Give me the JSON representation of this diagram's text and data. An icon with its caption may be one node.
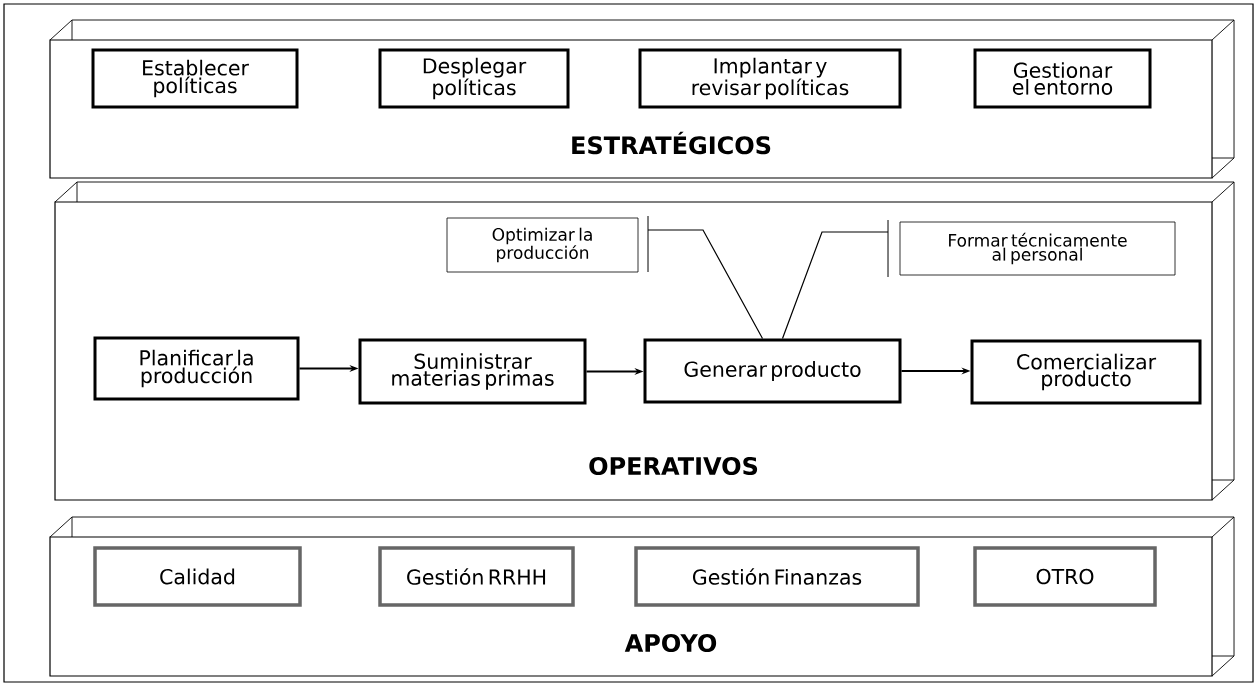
{
  "diagram": {
    "nodes": [
      {
        "text": [
          "ESTRATÉGICOS"
        ]
      },
      {
        "text": [
          "Establecer políticas"
        ],
        "in": 0
      },
      {
        "text": [
          "Desplegar políticas"
        ],
        "in": 0
      },
      {
        "text": [
          "Implantar y revisar políticas"
        ],
        "in": 0
      },
      {
        "text": [
          "Gestionar el entorno"
        ],
        "in": 0
      },
      {
        "text": [
          "OPERATIVOS"
        ]
      },
      {
        "text": [
          "Optimizar la producción"
        ],
        "in": 5
      },
      {
        "text": [
          "Formar técnicamente al personal"
        ],
        "in": 5
      },
      {
        "text": [
          "Planificar la producción"
        ],
        "in": 5
      },
      {
        "text": [
          "Suministrar materias primas"
        ],
        "in": 5
      },
      {
        "text": [
          "Generar producto"
        ],
        "in": 5
      },
      {
        "text": [
          "Comercializar producto"
        ],
        "in": 5
      },
      {
        "text": [
          "APOYO"
        ]
      },
      {
        "text": [
          "Calidad"
        ],
        "in": 12
      },
      {
        "text": [
          "Gestión RRHH"
        ],
        "in": 12
      },
      {
        "text": [
          "Gestión Finanzas"
        ],
        "in": 12
      },
      {
        "text": [
          "OTRO"
        ],
        "in": 12
      }
    ],
    "edges": [
      {
        "from": 8,
        "to": 9,
        "arrow": "to"
      },
      {
        "from": 9,
        "to": 10,
        "arrow": "to"
      },
      {
        "from": 10,
        "to": 11,
        "arrow": "to"
      },
      {
        "from": 6,
        "to": 10,
        "arrow": "none"
      },
      {
        "from": 7,
        "to": 10,
        "arrow": "none"
      }
    ]
  }
}
